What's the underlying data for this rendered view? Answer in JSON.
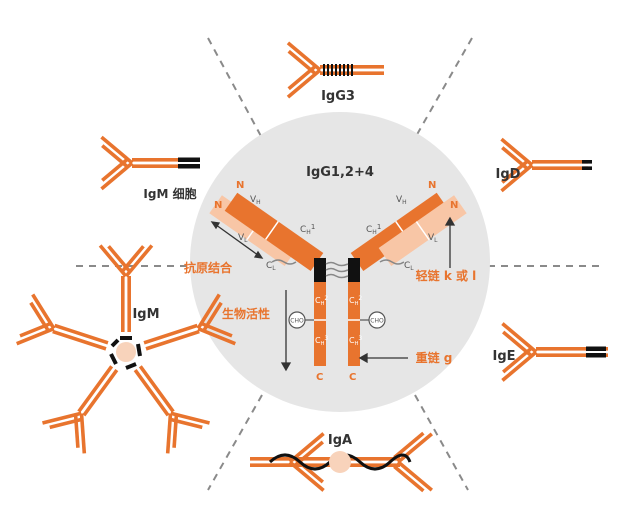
{
  "colors": {
    "heavy_chain": "#e8742e",
    "light_chain": "#f8c6a6",
    "hinge": "#111111",
    "circle_bg": "#e6e6e6",
    "label": "#333333",
    "accent_label": "#e8742e",
    "divider": "#8a8a8a"
  },
  "classes": {
    "igg3": "IgG3",
    "igg_main": "IgG1,2+4",
    "igd": "IgD",
    "igm_cell": "IgM 细胞",
    "igm": "IgM",
    "ige": "IgE",
    "iga": "IgA"
  },
  "annotations": {
    "antigen_binding": "抗原结合",
    "biological_activity": "生物活性",
    "light_chain": "轻链 k 或 l",
    "heavy_chain": "重链 g"
  },
  "domains": {
    "n_terminus": "N",
    "c_terminus": "C",
    "vh": "V",
    "vh_sub": "H",
    "vl": "V",
    "vl_sub": "L",
    "ch1": "C",
    "ch1_sub": "H",
    "ch1_num": "1",
    "cl": "C",
    "cl_sub": "L",
    "ch2": "C",
    "ch2_sub": "H",
    "ch2_num": "2",
    "ch3": "C",
    "ch3_sub": "H",
    "ch3_num": "3",
    "cho": "CHO"
  }
}
